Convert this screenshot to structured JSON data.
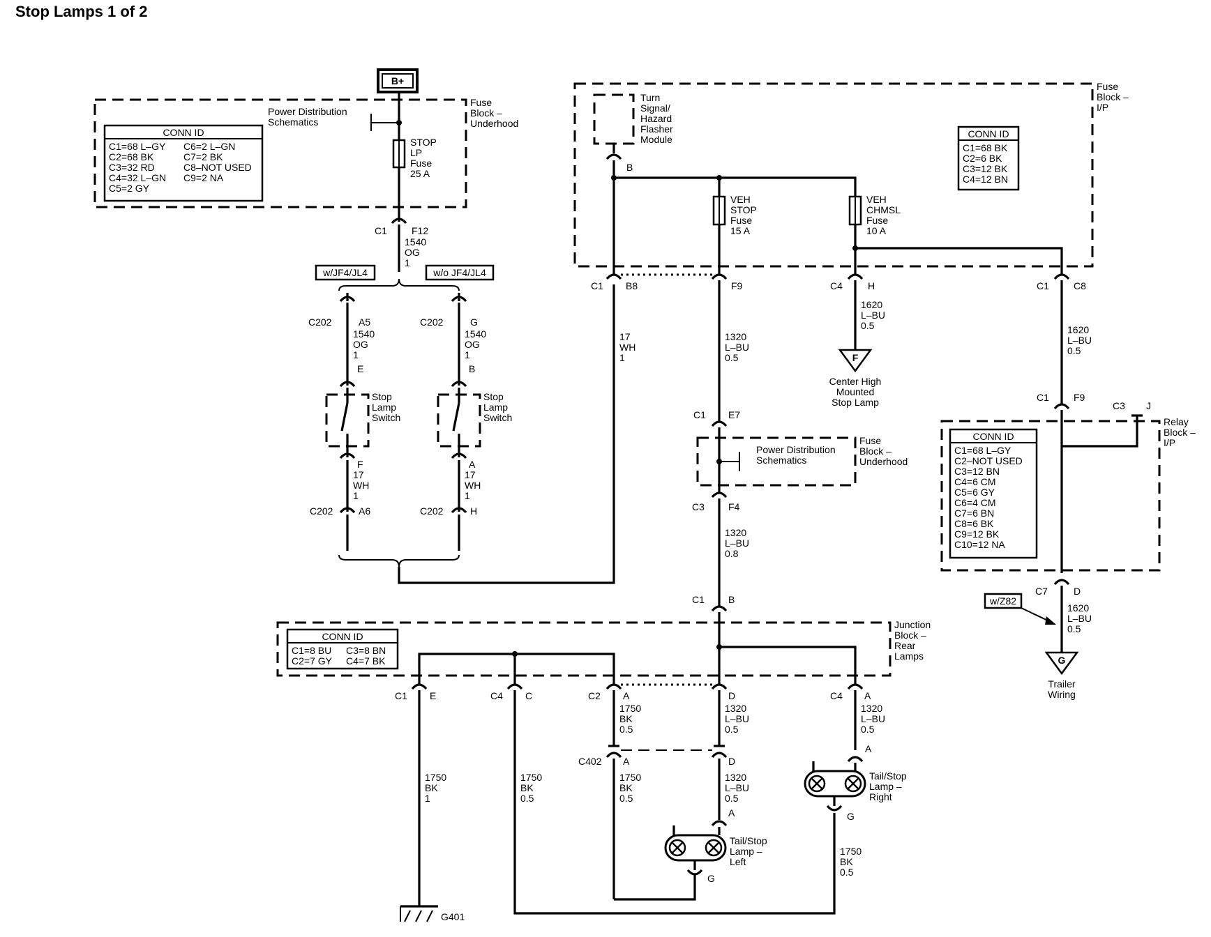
{
  "title": "Stop Lamps 1 of 2",
  "battery": "B+",
  "fuse_underhood": {
    "block": [
      "Fuse",
      "Block –",
      "Underhood"
    ],
    "ref": [
      "Power Distribution",
      "Schematics"
    ],
    "fuse": [
      "STOP",
      "LP",
      "Fuse",
      "25 A"
    ],
    "conn_title": "CONN ID",
    "conn_left": [
      "C1=68 L–GY",
      "C2=68 BK",
      "C3=32 RD",
      "C4=32 L–GN",
      "C5=2 GY"
    ],
    "conn_right": [
      "C6=2 L–GN",
      "C7=2 BK",
      "C8–NOT USED",
      "C9=2 NA"
    ],
    "out_conn": "C1",
    "out_pin": "F12",
    "out_wire": [
      "1540",
      "OG",
      "1"
    ]
  },
  "options": {
    "with": "w/JF4/JL4",
    "without": "w/o JF4/JL4"
  },
  "switch_left": {
    "top_conn": "C202",
    "top_pin": "A5",
    "top_wire": [
      "1540",
      "OG",
      "1"
    ],
    "sw_top_pin": "E",
    "label": [
      "Stop",
      "Lamp",
      "Switch"
    ],
    "sw_bot_pin": "F",
    "bot_wire": [
      "17",
      "WH",
      "1"
    ],
    "bot_conn": "C202",
    "bot_pin": "A6"
  },
  "switch_right": {
    "top_conn": "C202",
    "top_pin": "G",
    "top_wire": [
      "1540",
      "OG",
      "1"
    ],
    "sw_top_pin": "B",
    "label": [
      "Stop",
      "Lamp",
      "Switch"
    ],
    "sw_bot_pin": "A",
    "bot_wire": [
      "17",
      "WH",
      "1"
    ],
    "bot_conn": "C202",
    "bot_pin": "H"
  },
  "fuse_ip": {
    "block": [
      "Fuse",
      "Block –",
      "I/P"
    ],
    "module": [
      "Turn",
      "Signal/",
      "Hazard",
      "Flasher",
      "Module"
    ],
    "module_pin": "B",
    "fuse1": [
      "VEH",
      "STOP",
      "Fuse",
      "15 A"
    ],
    "fuse2": [
      "VEH",
      "CHMSL",
      "Fuse",
      "10 A"
    ],
    "conn_title": "CONN ID",
    "conn_list": [
      "C1=68 BK",
      "C2=6 BK",
      "C3=12 BK",
      "C4=12 BN"
    ],
    "pin_c1": "C1",
    "pin_b8": "B8",
    "pin_f9": "F9",
    "pin_c4": "C4",
    "pin_h": "H",
    "pin_c1b": "C1",
    "pin_c8": "C8"
  },
  "wire_17wh": [
    "17",
    "WH",
    "1"
  ],
  "wire_1320_a": [
    "1320",
    "L–BU",
    "0.5"
  ],
  "chmsl_wire": [
    "1620",
    "L–BU",
    "0.5"
  ],
  "chmsl_ref": "F",
  "chmsl_label": [
    "Center High",
    "Mounted",
    "Stop Lamp"
  ],
  "relay_feed_wire": [
    "1620",
    "L–BU",
    "0.5"
  ],
  "relay_in_conn": "C1",
  "relay_in_pin": "F9",
  "relay_c3": "C3",
  "relay_j": "J",
  "relay_block": {
    "block": [
      "Relay",
      "Block –",
      "I/P"
    ],
    "conn_title": "CONN ID",
    "conn_list": [
      "C1=68 L–GY",
      "C2–NOT USED",
      "C3=12 BN",
      "C4=6 CM",
      "C5=6 GY",
      "C6=4 CM",
      "C7=6 BN",
      "C8=6 BK",
      "C9=12 BK",
      "C10=12 NA"
    ]
  },
  "relay_out_conn": "C7",
  "relay_out_pin": "D",
  "trailer_option": "w/Z82",
  "trailer_wire": [
    "1620",
    "L–BU",
    "0.5"
  ],
  "trailer_ref": "G",
  "trailer_label": [
    "Trailer",
    "Wiring"
  ],
  "pd_mid": {
    "in_conn": "C1",
    "in_pin": "E7",
    "ref": [
      "Power Distribution",
      "Schematics"
    ],
    "block": [
      "Fuse",
      "Block –",
      "Underhood"
    ],
    "out_conn": "C3",
    "out_pin": "F4"
  },
  "wire_1320_b": [
    "1320",
    "L–BU",
    "0.8"
  ],
  "jb_in_conn": "C1",
  "jb_in_pin": "B",
  "junction_block": {
    "block": [
      "Junction",
      "Block –",
      "Rear",
      "Lamps"
    ],
    "conn_title": "CONN ID",
    "conn_left": [
      "C1=8 BU",
      "C2=7 GY"
    ],
    "conn_right": [
      "C3=8 BN",
      "C4=7 BK"
    ]
  },
  "jb_pins": [
    {
      "conn": "C1",
      "pin": "E"
    },
    {
      "conn": "C4",
      "pin": "C"
    },
    {
      "conn": "C2",
      "pin": "A"
    },
    {
      "conn": "",
      "pin": "D"
    },
    {
      "conn": "C4",
      "pin": "A"
    }
  ],
  "wire_ground1": [
    "1750",
    "BK",
    "1"
  ],
  "ground_label": "G401",
  "wire_ground2": [
    "1750",
    "BK",
    "0.5"
  ],
  "wire_c2a": [
    "1750",
    "BK",
    "0.5"
  ],
  "wire_c2d": [
    "1320",
    "L–BU",
    "0.5"
  ],
  "wire_right": [
    "1320",
    "L–BU",
    "0.5"
  ],
  "c402": {
    "conn": "C402",
    "pin_a": "A",
    "pin_d": "D"
  },
  "wire_c402a": [
    "1750",
    "BK",
    "0.5"
  ],
  "wire_c402d": [
    "1320",
    "L–BU",
    "0.5"
  ],
  "lamp_left": {
    "pin_a": "A",
    "label": [
      "Tail/Stop",
      "Lamp –",
      "Left"
    ],
    "pin_g": "G"
  },
  "lamp_right": {
    "pin_a": "A",
    "label": [
      "Tail/Stop",
      "Lamp –",
      "Right"
    ],
    "pin_g": "G"
  },
  "wire_lamp_right_gnd": [
    "1750",
    "BK",
    "0.5"
  ]
}
